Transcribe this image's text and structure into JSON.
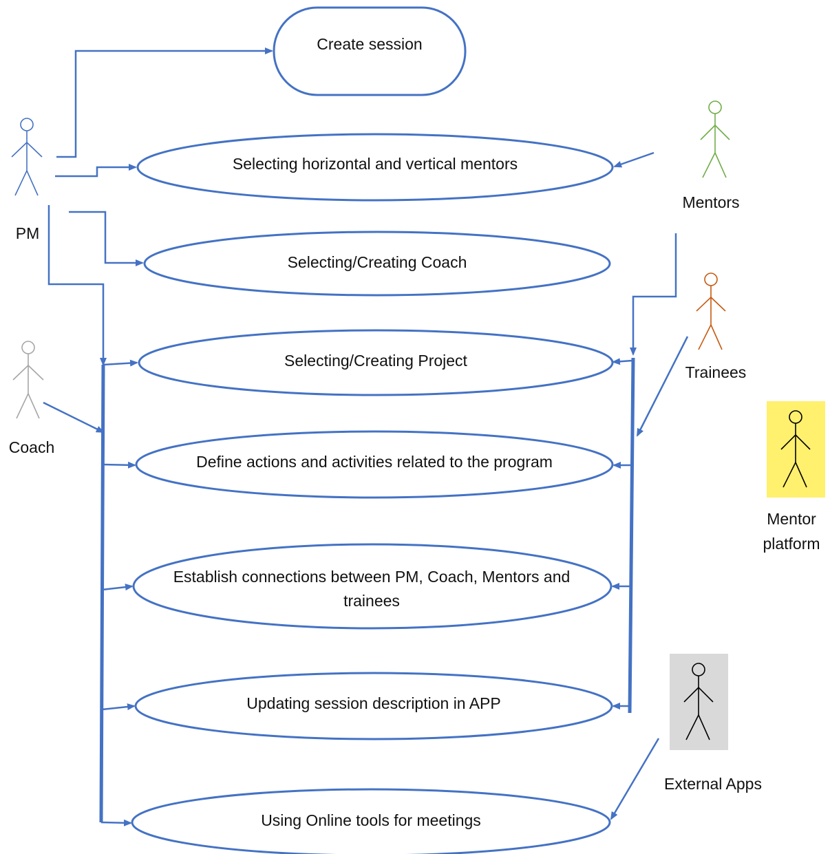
{
  "use_cases": [
    {
      "id": "create",
      "label": "Create session"
    },
    {
      "id": "mentors-select",
      "label": "Selecting horizontal and vertical mentors"
    },
    {
      "id": "coach-select",
      "label": "Selecting/Creating Coach"
    },
    {
      "id": "project-select",
      "label": "Selecting/Creating Project"
    },
    {
      "id": "define-actions",
      "label": "Define actions and activities related to the program"
    },
    {
      "id": "connections",
      "label": "Establish connections between PM, Coach, Mentors and trainees"
    },
    {
      "id": "updating",
      "label": "Updating session description in APP"
    },
    {
      "id": "online-tools",
      "label": "Using Online tools for meetings"
    }
  ],
  "actors": {
    "pm": {
      "label": "PM",
      "color": "#4472c4"
    },
    "coach": {
      "label": "Coach",
      "color": "#a6a6a6"
    },
    "mentors": {
      "label": "Mentors",
      "color": "#70ad47"
    },
    "trainees": {
      "label": "Trainees",
      "color": "#c55a11"
    },
    "mentor_platform": {
      "label": "Mentor platform",
      "color": "#000000",
      "background": "#fff06e"
    },
    "external_apps": {
      "label": "External Apps",
      "color": "#000000",
      "background": "#d9d9d9"
    }
  },
  "colors": {
    "connector": "#4472c4",
    "text": "#111111"
  }
}
